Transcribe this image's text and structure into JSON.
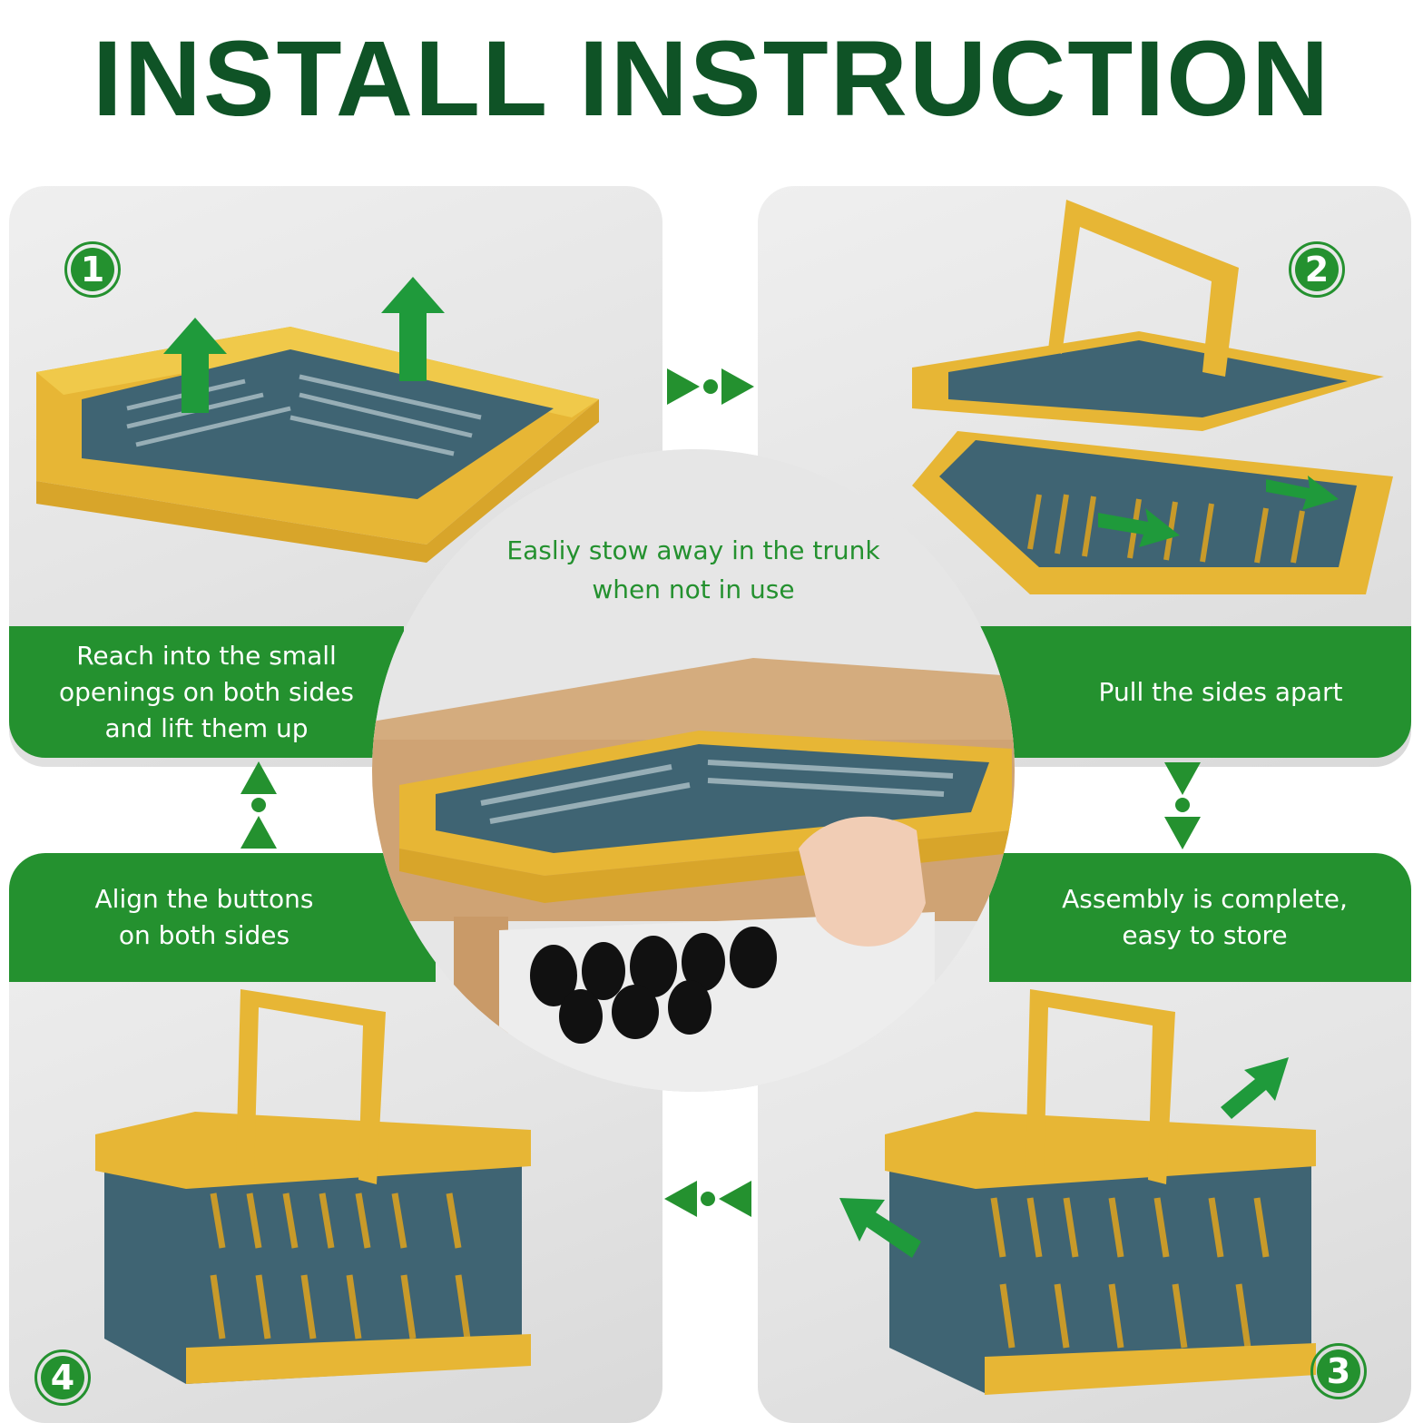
{
  "title": "INSTALL INSTRUCTION",
  "steps": [
    {
      "number": "1",
      "caption_lines": [
        "Reach into the small",
        "openings on both sides",
        "and lift them up"
      ]
    },
    {
      "number": "2",
      "caption_lines": [
        "Pull the sides apart"
      ]
    },
    {
      "number": "3",
      "caption_lines": [
        "Assembly is complete,",
        "easy to store"
      ]
    },
    {
      "number": "4",
      "caption_lines": [
        "Align the buttons",
        "on both sides"
      ]
    }
  ],
  "center": {
    "lines": [
      "Easliy stow away in the trunk",
      "when not in use"
    ]
  },
  "colors": {
    "title": "#0f5326",
    "accent_green": "#24912f",
    "basket_yellow": "#e7b635",
    "basket_blue": "#3f6473"
  },
  "icons": [
    "arrow-right-icon",
    "arrow-down-icon",
    "arrow-left-icon",
    "arrow-up-icon"
  ]
}
